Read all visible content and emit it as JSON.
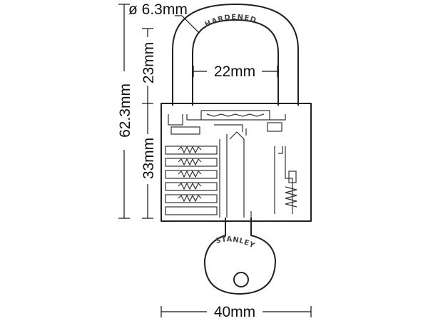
{
  "diagram": {
    "dimensions": {
      "shackle_diameter": "ø 6.3mm",
      "shackle_height": "23mm",
      "shackle_inner_width": "22mm",
      "total_height": "62.3mm",
      "body_height": "33mm",
      "body_width": "40mm"
    },
    "shackle_stamp": "HARDENED",
    "key_brand": "STANLEY",
    "colors": {
      "line": "#222222",
      "text": "#111111",
      "background": "#ffffff"
    }
  }
}
